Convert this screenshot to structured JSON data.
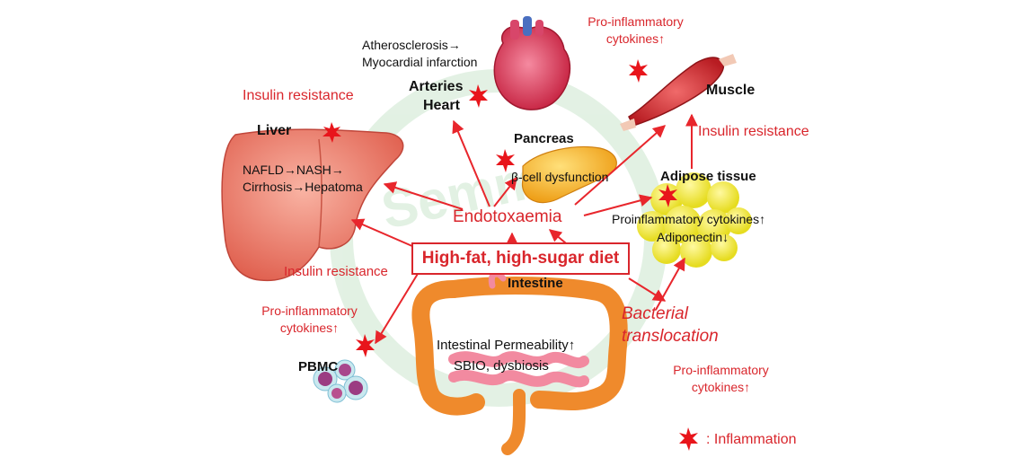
{
  "diet": "High-fat, high-sugar diet",
  "endotoxaemia": "Endotoxaemia",
  "organs": {
    "arteries": "Arteries",
    "heart": "Heart",
    "liver": "Liver",
    "pancreas": "Pancreas",
    "muscle": "Muscle",
    "adipose": "Adipose tissue",
    "intestine": "Intestine",
    "pbmc": "PBMC"
  },
  "annotations": {
    "athero_1": "Atherosclerosis→",
    "athero_2": "Myocardial infarction",
    "liver_1": "NAFLD→NASH→",
    "liver_2": "Cirrhosis→Hepatoma",
    "beta_cell": "β-cell dysfunction",
    "adipose_1": "Proinflammatory cytokines↑",
    "adipose_2": "Adiponectin↓",
    "intestine_1": "Intestinal Permeability↑",
    "intestine_2": "SBIO,  dysbiosis"
  },
  "red_labels": {
    "insulin_resistance_top": "Insulin resistance",
    "insulin_resistance_right": "Insulin resistance",
    "insulin_resistance_left": "Insulin resistance",
    "proinf_top_1": "Pro-inflammatory",
    "proinf_top_2": "cytokines↑",
    "proinf_left_1": "Pro-inflammatory",
    "proinf_left_2": "cytokines↑",
    "proinf_right_1": "Pro-inflammatory",
    "proinf_right_2": "cytokines↑",
    "bacterial_1": "Bacterial",
    "bacterial_2": "translocation"
  },
  "legend": {
    "inflammation": ": Inflammation"
  },
  "colors": {
    "arrow": "#e8262c",
    "text_red": "#d9262c",
    "star": "#e8151b",
    "liver": "#ef8a78",
    "heart": "#e0475f",
    "muscle": "#d63a3a",
    "pancreas": "#f6c23a",
    "adipose": "#f3ec3a",
    "intestine": "#ef8a2c",
    "pbmc": "#b8508f",
    "watermark": "#62b36b"
  }
}
